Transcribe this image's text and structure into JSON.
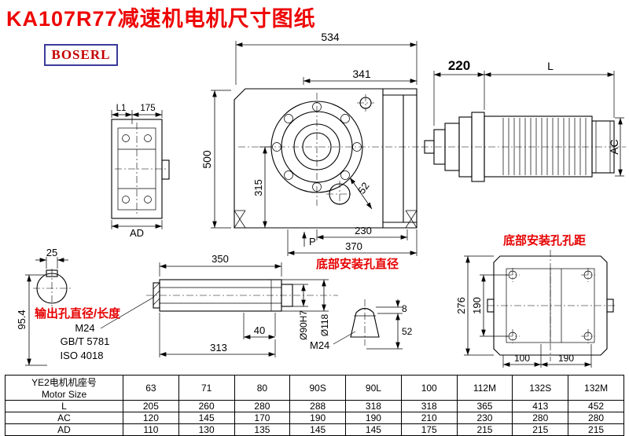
{
  "title": "KA107R77减速机电机尺寸图纸",
  "logo": "BOSERL",
  "front_view": {
    "dim_534": "534",
    "dim_341": "341",
    "dim_500": "500",
    "dim_315": "315",
    "dim_52": "52",
    "dim_230": "230",
    "dim_370": "370",
    "label_p": "P"
  },
  "side_view": {
    "dim_220": "220",
    "dim_l": "L",
    "dim_ac": "AC"
  },
  "left_view": {
    "dim_l1": "L1",
    "dim_175": "175",
    "dim_ad": "AD"
  },
  "shaft_view": {
    "dim_25": "25",
    "dim_95_4": "95.4",
    "dim_350": "350",
    "dim_40": "40",
    "dim_313": "313",
    "dia_90": "Ø90H7",
    "dia_118": "Ø118",
    "label_output": "输出孔直径/长度",
    "thread": "M24",
    "standard_gb": "GB/T 5781",
    "standard_iso": "ISO 4018"
  },
  "bolt_detail": {
    "label": "底部安装孔直径",
    "thread": "M24",
    "dim_8": "8",
    "dim_52": "52"
  },
  "bottom_view": {
    "label": "底部安装孔孔距",
    "dim_276": "276",
    "dim_190_v": "190",
    "dim_100": "100",
    "dim_190_h": "190"
  },
  "table": {
    "header_cn": "YE2电机机座号",
    "header_en": "Motor Size",
    "sizes": [
      "63",
      "71",
      "80",
      "90S",
      "90L",
      "100",
      "112M",
      "132S",
      "132M"
    ],
    "rows": [
      {
        "label": "L",
        "values": [
          "205",
          "260",
          "280",
          "288",
          "318",
          "318",
          "365",
          "413",
          "452"
        ]
      },
      {
        "label": "AC",
        "values": [
          "120",
          "145",
          "170",
          "190",
          "190",
          "210",
          "230",
          "280",
          "280"
        ]
      },
      {
        "label": "AD",
        "values": [
          "110",
          "130",
          "135",
          "145",
          "145",
          "175",
          "215",
          "215",
          "215"
        ]
      }
    ]
  }
}
